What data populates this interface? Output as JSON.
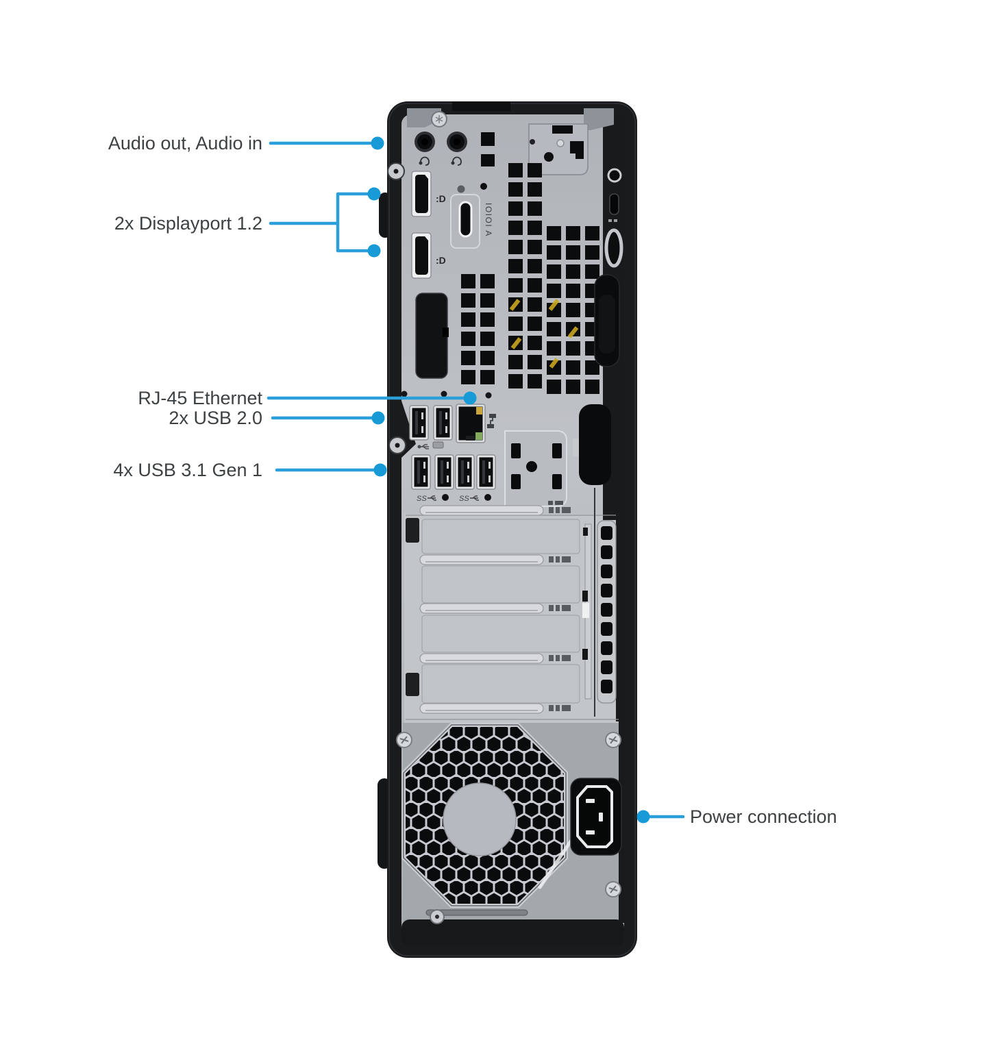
{
  "figure": {
    "type": "product-rear-panel-diagram",
    "subject": "small-form-factor desktop PC rear panel"
  },
  "callouts": [
    {
      "id": "audio",
      "label": "Audio out, Audio in"
    },
    {
      "id": "displayport",
      "label": "2x Displayport 1.2"
    },
    {
      "id": "ethernet",
      "label": "RJ-45 Ethernet"
    },
    {
      "id": "usb2",
      "label": "2x USB 2.0"
    },
    {
      "id": "usb31",
      "label": "4x USB 3.1 Gen 1"
    },
    {
      "id": "power",
      "label": "Power connection"
    }
  ],
  "panel_markings": {
    "serial_port": "IOIOI A",
    "usb3_badge": "SS"
  },
  "colors": {
    "callout_line": "#2B9FD9",
    "callout_dot": "#189AD6",
    "label_text": "#3E4143",
    "case_black": "#1A1B1D",
    "panel_silver": "#BCC0C4"
  }
}
